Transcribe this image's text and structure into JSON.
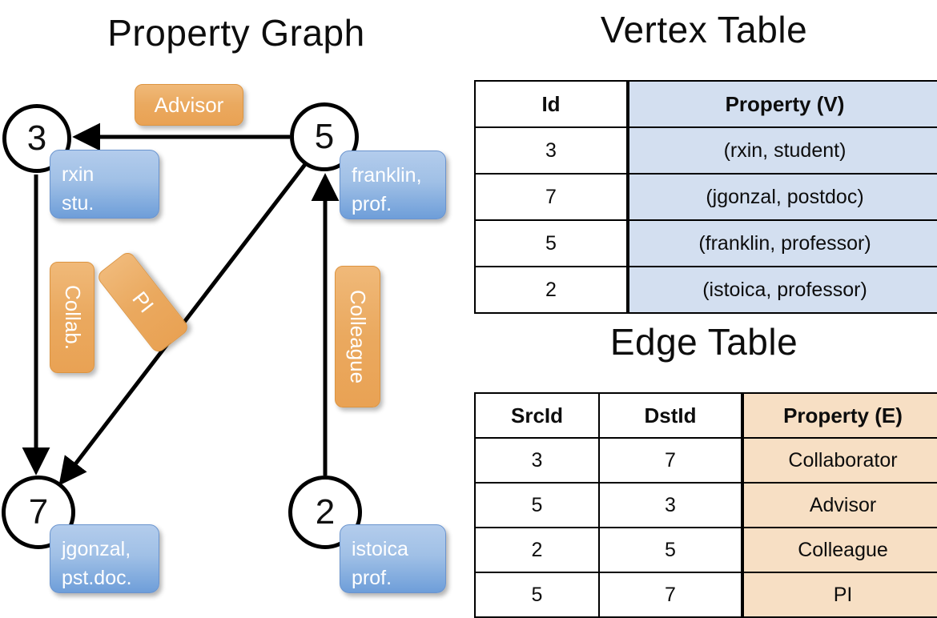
{
  "titles": {
    "graph": "Property Graph",
    "vertex_table": "Vertex Table",
    "edge_table": "Edge Table"
  },
  "colors": {
    "vertex_property_fill": "#d3dff0",
    "edge_property_fill": "#f7dfc4",
    "node_box_blue": "#6e9ed9",
    "edge_label_orange": "#eaa95f",
    "stroke": "#000000"
  },
  "graph": {
    "nodes": [
      {
        "id": "3",
        "name_line1": "rxin",
        "name_line2": "stu."
      },
      {
        "id": "5",
        "name_line1": "franklin,",
        "name_line2": "prof."
      },
      {
        "id": "7",
        "name_line1": "jgonzal,",
        "name_line2": "pst.doc."
      },
      {
        "id": "2",
        "name_line1": "istoica",
        "name_line2": "prof."
      }
    ],
    "edge_labels": [
      {
        "key": "advisor",
        "label": "Advisor"
      },
      {
        "key": "collab",
        "label": "Collab."
      },
      {
        "key": "pi",
        "label": "PI"
      },
      {
        "key": "colleague",
        "label": "Colleague"
      }
    ]
  },
  "vertex_table": {
    "headers": [
      "Id",
      "Property (V)"
    ],
    "rows": [
      {
        "id": "3",
        "property": "(rxin, student)"
      },
      {
        "id": "7",
        "property": "(jgonzal, postdoc)"
      },
      {
        "id": "5",
        "property": "(franklin, professor)"
      },
      {
        "id": "2",
        "property": "(istoica, professor)"
      }
    ]
  },
  "edge_table": {
    "headers": [
      "SrcId",
      "DstId",
      "Property (E)"
    ],
    "rows": [
      {
        "src": "3",
        "dst": "7",
        "property": "Collaborator"
      },
      {
        "src": "5",
        "dst": "3",
        "property": "Advisor"
      },
      {
        "src": "2",
        "dst": "5",
        "property": "Colleague"
      },
      {
        "src": "5",
        "dst": "7",
        "property": "PI"
      }
    ]
  }
}
